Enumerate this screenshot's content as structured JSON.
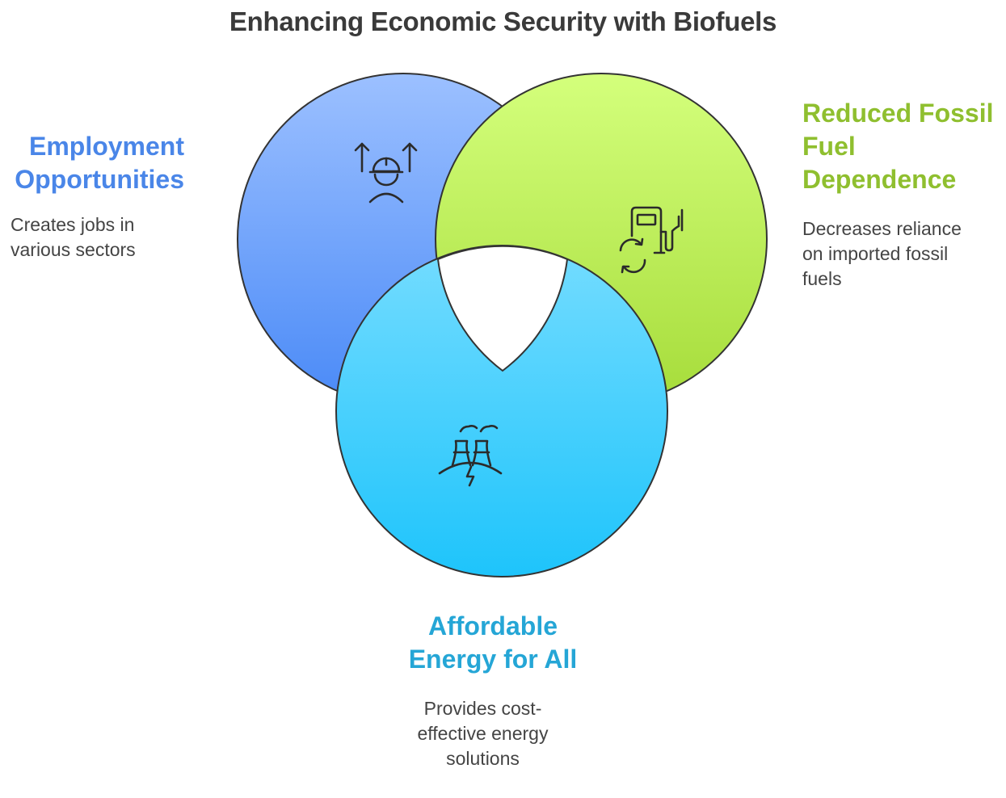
{
  "title": "Enhancing Economic Security with Biofuels",
  "colors": {
    "employment": "#4a86e8",
    "fossil": "#8fbf2f",
    "affordable": "#25a6d6",
    "outline": "#333333"
  },
  "sets": [
    {
      "id": "employment",
      "heading": "Employment Opportunities",
      "heading_lines": [
        "Employment",
        "Opportunities"
      ],
      "description": "Creates jobs in various sectors",
      "description_lines": [
        "Creates jobs in",
        "various sectors"
      ],
      "icon": "worker-growth-icon"
    },
    {
      "id": "fossil",
      "heading": "Reduced Fossil Fuel Dependence",
      "heading_lines": [
        "Reduced Fossil",
        "Fuel",
        "Dependence"
      ],
      "description": "Decreases reliance on imported fossil fuels",
      "description_lines": [
        "Decreases reliance",
        "on imported fossil",
        "fuels"
      ],
      "icon": "fuel-pump-cycle-icon"
    },
    {
      "id": "affordable",
      "heading": "Affordable Energy for All",
      "heading_lines": [
        "Affordable",
        "Energy for All"
      ],
      "description": "Provides cost-effective energy solutions",
      "description_lines": [
        "Provides cost-",
        "effective energy",
        "solutions"
      ],
      "icon": "power-plant-icon"
    }
  ]
}
